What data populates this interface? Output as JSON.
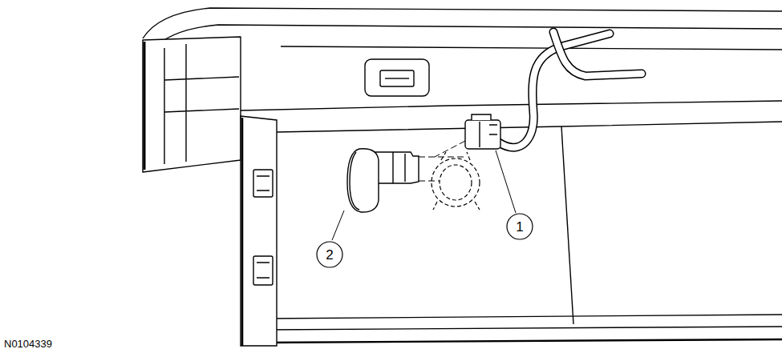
{
  "diagram": {
    "labels": [
      "1",
      "2",
      "N0104339"
    ]
  }
}
